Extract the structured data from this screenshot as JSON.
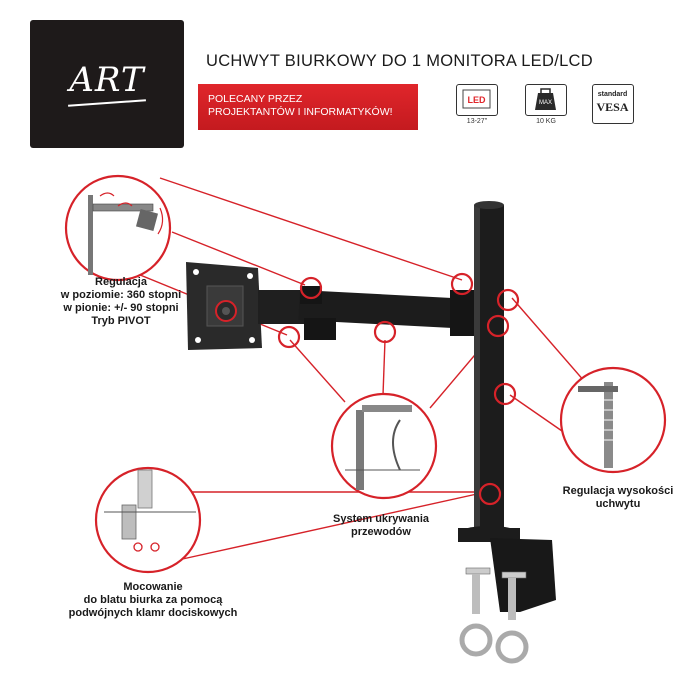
{
  "brand": {
    "logo_text": "ART"
  },
  "header": {
    "title": "UCHWYT BIURKOWY DO 1 MONITORA LED/LCD",
    "banner_line1": "POLECANY PRZEZ",
    "banner_line2": "PROJEKTANTÓW I INFORMATYKÓW!"
  },
  "features": [
    {
      "icon": "led-screen-size-icon",
      "badge": "LED",
      "caption": "13-27\""
    },
    {
      "icon": "max-weight-icon",
      "badge": "MAX",
      "caption": "10 KG"
    },
    {
      "icon": "vesa-standard-icon",
      "badge_top": "standard",
      "badge": "VESA",
      "caption": ""
    }
  ],
  "callouts": {
    "rotation": [
      "Regulacja",
      "w poziomie: 360 stopni",
      "w pionie: +/- 90 stopni",
      "Tryb PIVOT"
    ],
    "height": [
      "Regulacja wysokości",
      "uchwytu"
    ],
    "cable": [
      "System ukrywania",
      "przewodów"
    ],
    "mount": [
      "Mocowanie",
      "do blatu biurka za pomocą",
      "podwójnych klamr dociskowych"
    ]
  },
  "colors": {
    "accent_red": "#d62229",
    "logo_bg": "#1e1a1a",
    "product_black": "#1c1c1c"
  }
}
